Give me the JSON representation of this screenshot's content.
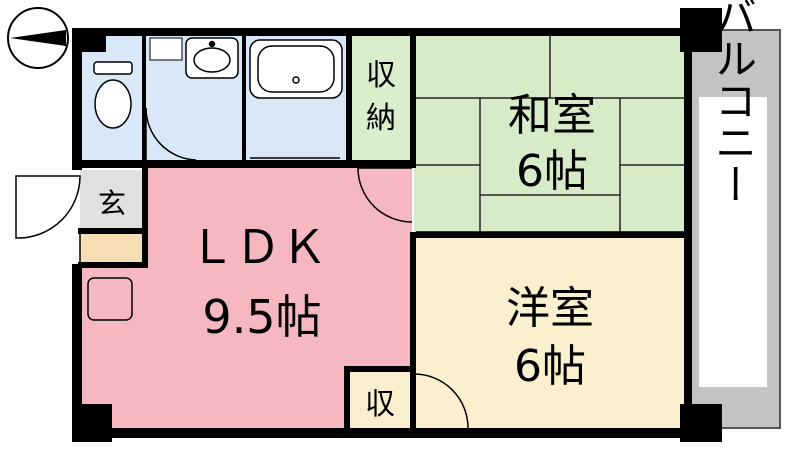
{
  "labels": {
    "storage_top": "収納",
    "washitsu_name": "和室",
    "washitsu_size": "6帖",
    "genkan": "玄",
    "ldk_name": "ＬＤＫ",
    "ldk_size": "9.5帖",
    "yoshitsu_name": "洋室",
    "yoshitsu_size": "6帖",
    "storage_small": "収",
    "balcony": "バルコニー"
  },
  "colors": {
    "wall": "#000000",
    "wet_area": "#d9e8f7",
    "washitsu": "#d7ebc9",
    "storage": "#d9efcc",
    "ldk": "#f5b8c0",
    "yoshitsu": "#faf0cd",
    "balcony": "#c3c3c3",
    "entrance": "#e0e0e0"
  },
  "icons": [
    "north-arrow-icon",
    "toilet-icon",
    "washbasin-icon",
    "bathtub-icon",
    "kitchen-sink-icon",
    "door-swing-icon"
  ]
}
